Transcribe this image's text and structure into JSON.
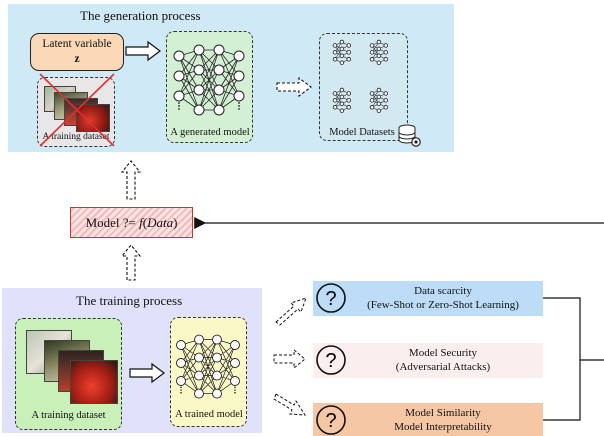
{
  "generation": {
    "title": "The generation process",
    "latent_line1": "Latent variable",
    "latent_line2": "z",
    "crossed_dataset_label": "A  training dataset",
    "model_label": "A generated model",
    "datasets_label": "Model Datasets"
  },
  "formula": {
    "prefix": "Model ?= ",
    "f": "f",
    "open": "(",
    "arg": "Data",
    "close": ")"
  },
  "training": {
    "title": "The training process",
    "dataset_label": "A  training dataset",
    "model_label": "A trained model"
  },
  "challenges": [
    {
      "line1": "Data scarcity",
      "line2": "(Few-Shot or Zero-Shot Learning)",
      "color": "#bcdcf7"
    },
    {
      "line1": "Model Security",
      "line2": "(Adversarial Attacks)",
      "color": "#fbeeee"
    },
    {
      "line1": "Model Similarity",
      "line2": "Model Interpretability",
      "color": "#f6c7a4"
    }
  ],
  "colors": {
    "generation_panel": "#cfeaf6",
    "training_panel": "#e0e1fb",
    "generated_model_box": "#d4f0d4",
    "trained_model_box": "#fbf8c8",
    "training_dataset_box": "#c9f0b8",
    "latent_box": "#fbd8b6",
    "cross": "#e03030"
  }
}
